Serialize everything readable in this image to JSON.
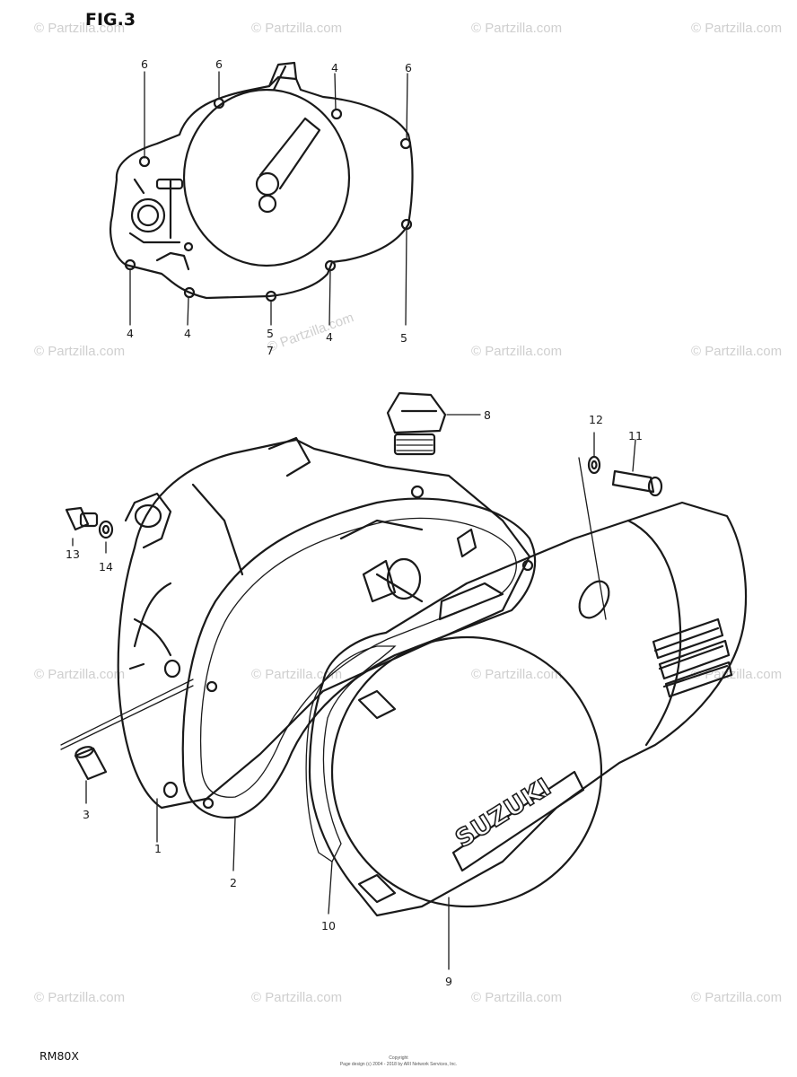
{
  "figure_title": "FIG.3",
  "model_code": "RM80X",
  "brand_marking": "SUZUKI",
  "copyright_line1": "Copyright",
  "copyright_line2": "Page design (c) 2004 - 2018 by ARI Network Services, Inc.",
  "watermark_text": "© Partzilla.com",
  "watermarks": [
    "© Partzilla.com",
    "© Partzilla.com",
    "© Partzilla.com",
    "© Partzilla.com",
    "© Partzilla.com",
    "© Partzilla.com",
    "© Partzilla.com",
    "© Partzilla.com",
    "© Partzilla.com",
    "© Partzilla.com",
    "© Partzilla.com",
    "© Partzilla.com",
    "© Partzilla.com",
    "© Partzilla.com",
    "© Partzilla.com",
    "© Partzilla.com"
  ],
  "top_callouts": [
    "6",
    "6",
    "4",
    "6",
    "4",
    "4",
    "5",
    "4",
    "5",
    "7"
  ],
  "callouts": [
    "8",
    "12",
    "11",
    "13",
    "14",
    "3",
    "1",
    "2",
    "10",
    "9"
  ],
  "colors": {
    "ink": "#1a1a1a",
    "watermark": "#cfcfcf",
    "background": "#ffffff"
  }
}
